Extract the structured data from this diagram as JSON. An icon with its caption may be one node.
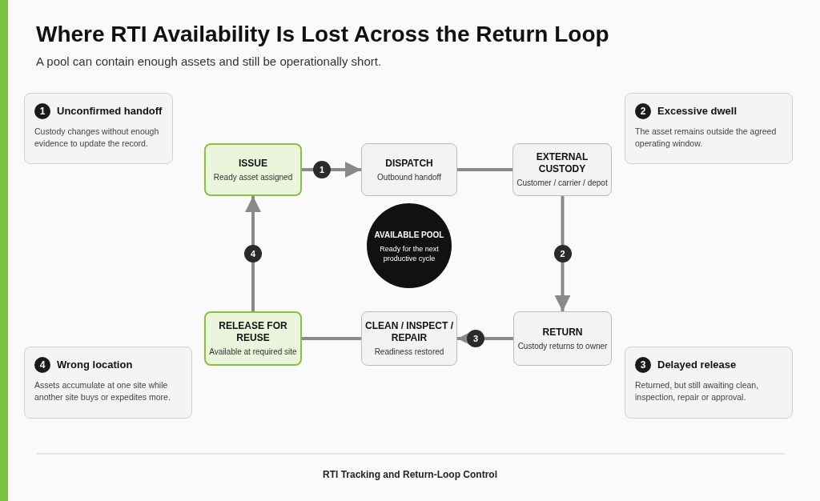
{
  "diagram": {
    "title": "Where RTI Availability Is Lost Across the Return Loop",
    "nodes": [
      {
        "text": [
          "ISSUE",
          "Ready asset assigned"
        ]
      },
      {
        "text": [
          "DISPATCH",
          "Outbound handoff"
        ]
      },
      {
        "text": [
          "EXTERNAL CUSTODY",
          "Customer / carrier / depot"
        ]
      },
      {
        "text": [
          "RETURN",
          "Custody returns to owner"
        ]
      },
      {
        "text": [
          "CLEAN / INSPECT / REPAIR",
          "Readiness restored"
        ]
      },
      {
        "text": [
          "RELEASE FOR REUSE",
          "Available at required site"
        ]
      },
      {
        "text": [
          "AVAILABLE POOL",
          "Ready for the next productive cycle"
        ]
      },
      {
        "text": [
          "1",
          "Unconfirmed handoff",
          "Custody changes without enough evidence to update the record."
        ]
      },
      {
        "text": [
          "2",
          "Excessive dwell",
          "The asset remains outside the agreed operating window."
        ]
      },
      {
        "text": [
          "4",
          "Wrong location",
          "Assets accumulate at one site while another site buys or expedites more."
        ]
      },
      {
        "text": [
          "3",
          "Delayed release",
          "Returned, but still awaiting clean, inspection, repair or approval."
        ]
      }
    ],
    "edges": [
      {
        "from": 0,
        "to": 1,
        "arrow": "to",
        "label": "1"
      },
      {
        "from": 1,
        "to": 2,
        "arrow": "none"
      },
      {
        "from": 2,
        "to": 3,
        "arrow": "to",
        "label": "2"
      },
      {
        "from": 3,
        "to": 4,
        "arrow": "to",
        "label": "3"
      },
      {
        "from": 4,
        "to": 5,
        "arrow": "none"
      },
      {
        "from": 5,
        "to": 0,
        "arrow": "to",
        "label": "4"
      }
    ],
    "labels": [
      "A pool can contain enough assets and still be operationally short.",
      "RTI Tracking and Return-Loop Control"
    ]
  }
}
